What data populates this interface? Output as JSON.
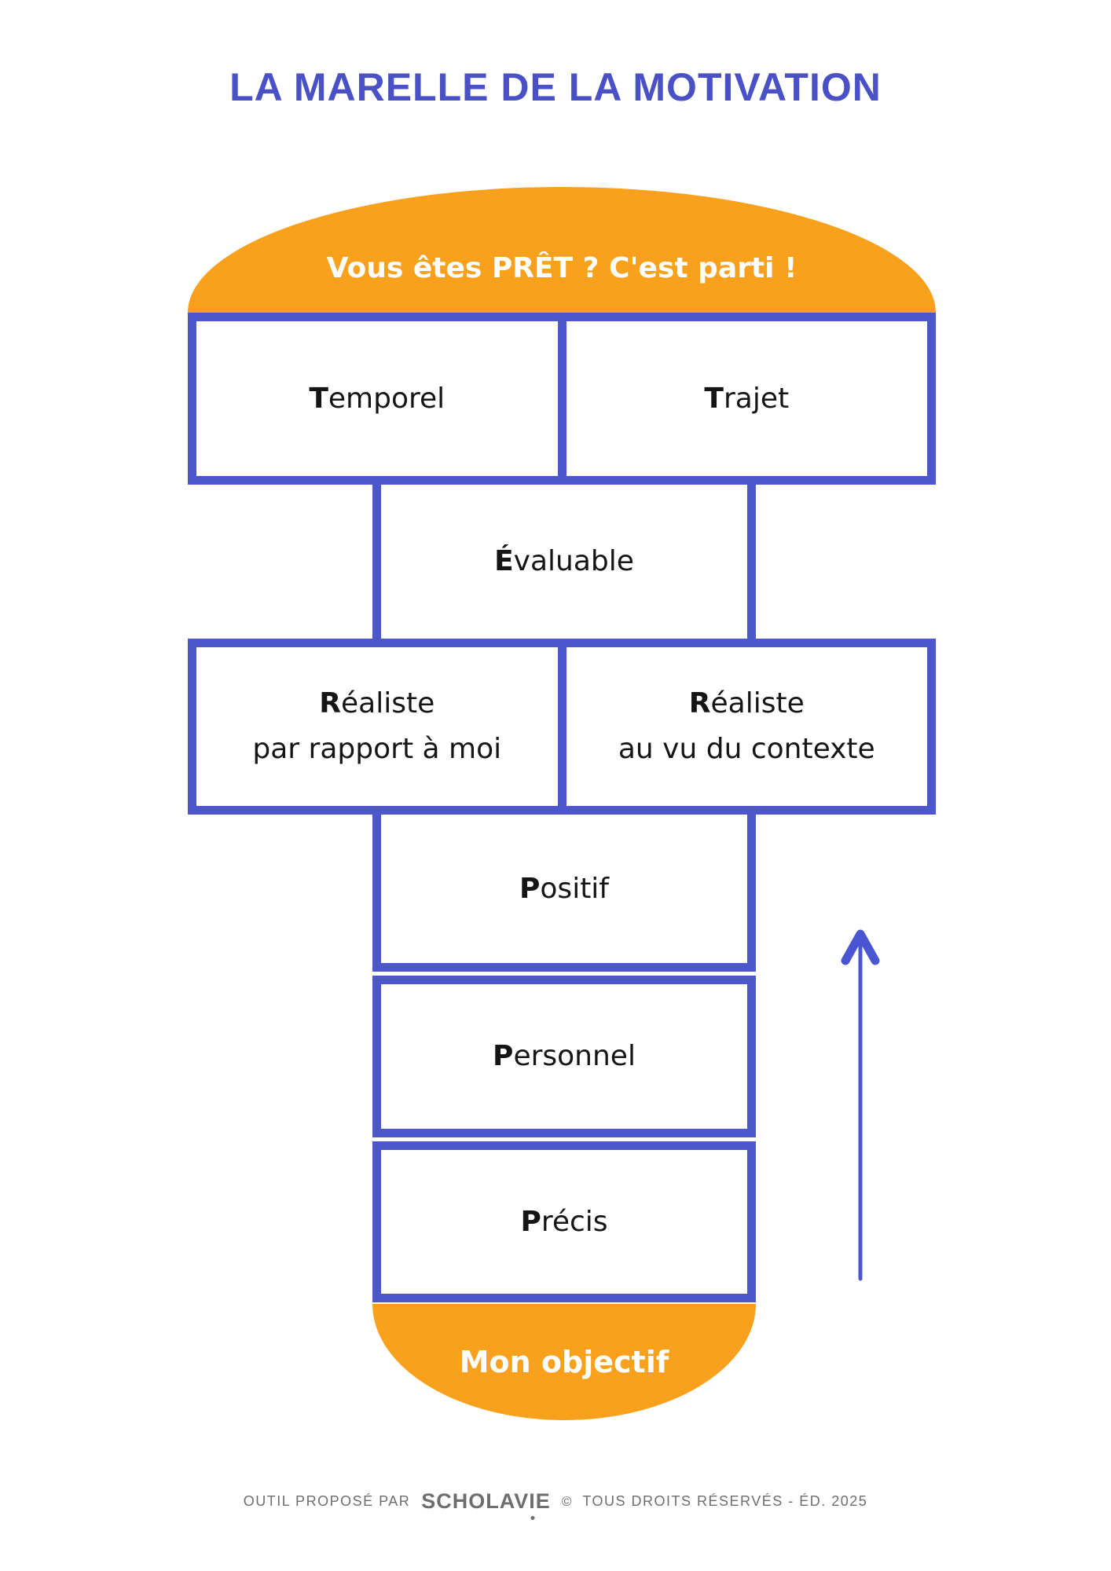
{
  "title": "LA MARELLE DE LA MOTIVATION",
  "banner_top": {
    "label": "Vous êtes PRÊT ? C'est parti !"
  },
  "banner_bottom": {
    "label": "Mon objectif"
  },
  "boxes": {
    "temporel": {
      "lead": "T",
      "rest": "emporel"
    },
    "trajet": {
      "lead": "T",
      "rest": "rajet"
    },
    "evaluable": {
      "lead": "É",
      "rest": "valuable"
    },
    "realiste_moi": {
      "lead": "R",
      "rest": "éaliste",
      "line2": "par rapport à moi"
    },
    "realiste_contexte": {
      "lead": "R",
      "rest": "éaliste",
      "line2": "au vu du contexte"
    },
    "positif": {
      "lead": "P",
      "rest": "ositif"
    },
    "personnel": {
      "lead": "P",
      "rest": "ersonnel"
    },
    "precis": {
      "lead": "P",
      "rest": "récis"
    }
  },
  "arrow": {
    "direction": "up",
    "color": "#4A55D2"
  },
  "footer": {
    "prefix": "OUTIL PROPOSÉ PAR",
    "brand_pre": "SCHOLAV",
    "brand_i": "I",
    "brand_post": "E",
    "copyright": "©",
    "rights": "TOUS DROITS RÉSERVÉS - ÉD. 2025"
  },
  "colors": {
    "title_blue": "#4A51C7",
    "border_blue": "#4C57CB",
    "arrow_blue": "#4A55D2",
    "orange": "#F9A01C",
    "footer_gray": "#6E6E6E",
    "label_black": "#151515",
    "background": "#FFFFFF"
  }
}
